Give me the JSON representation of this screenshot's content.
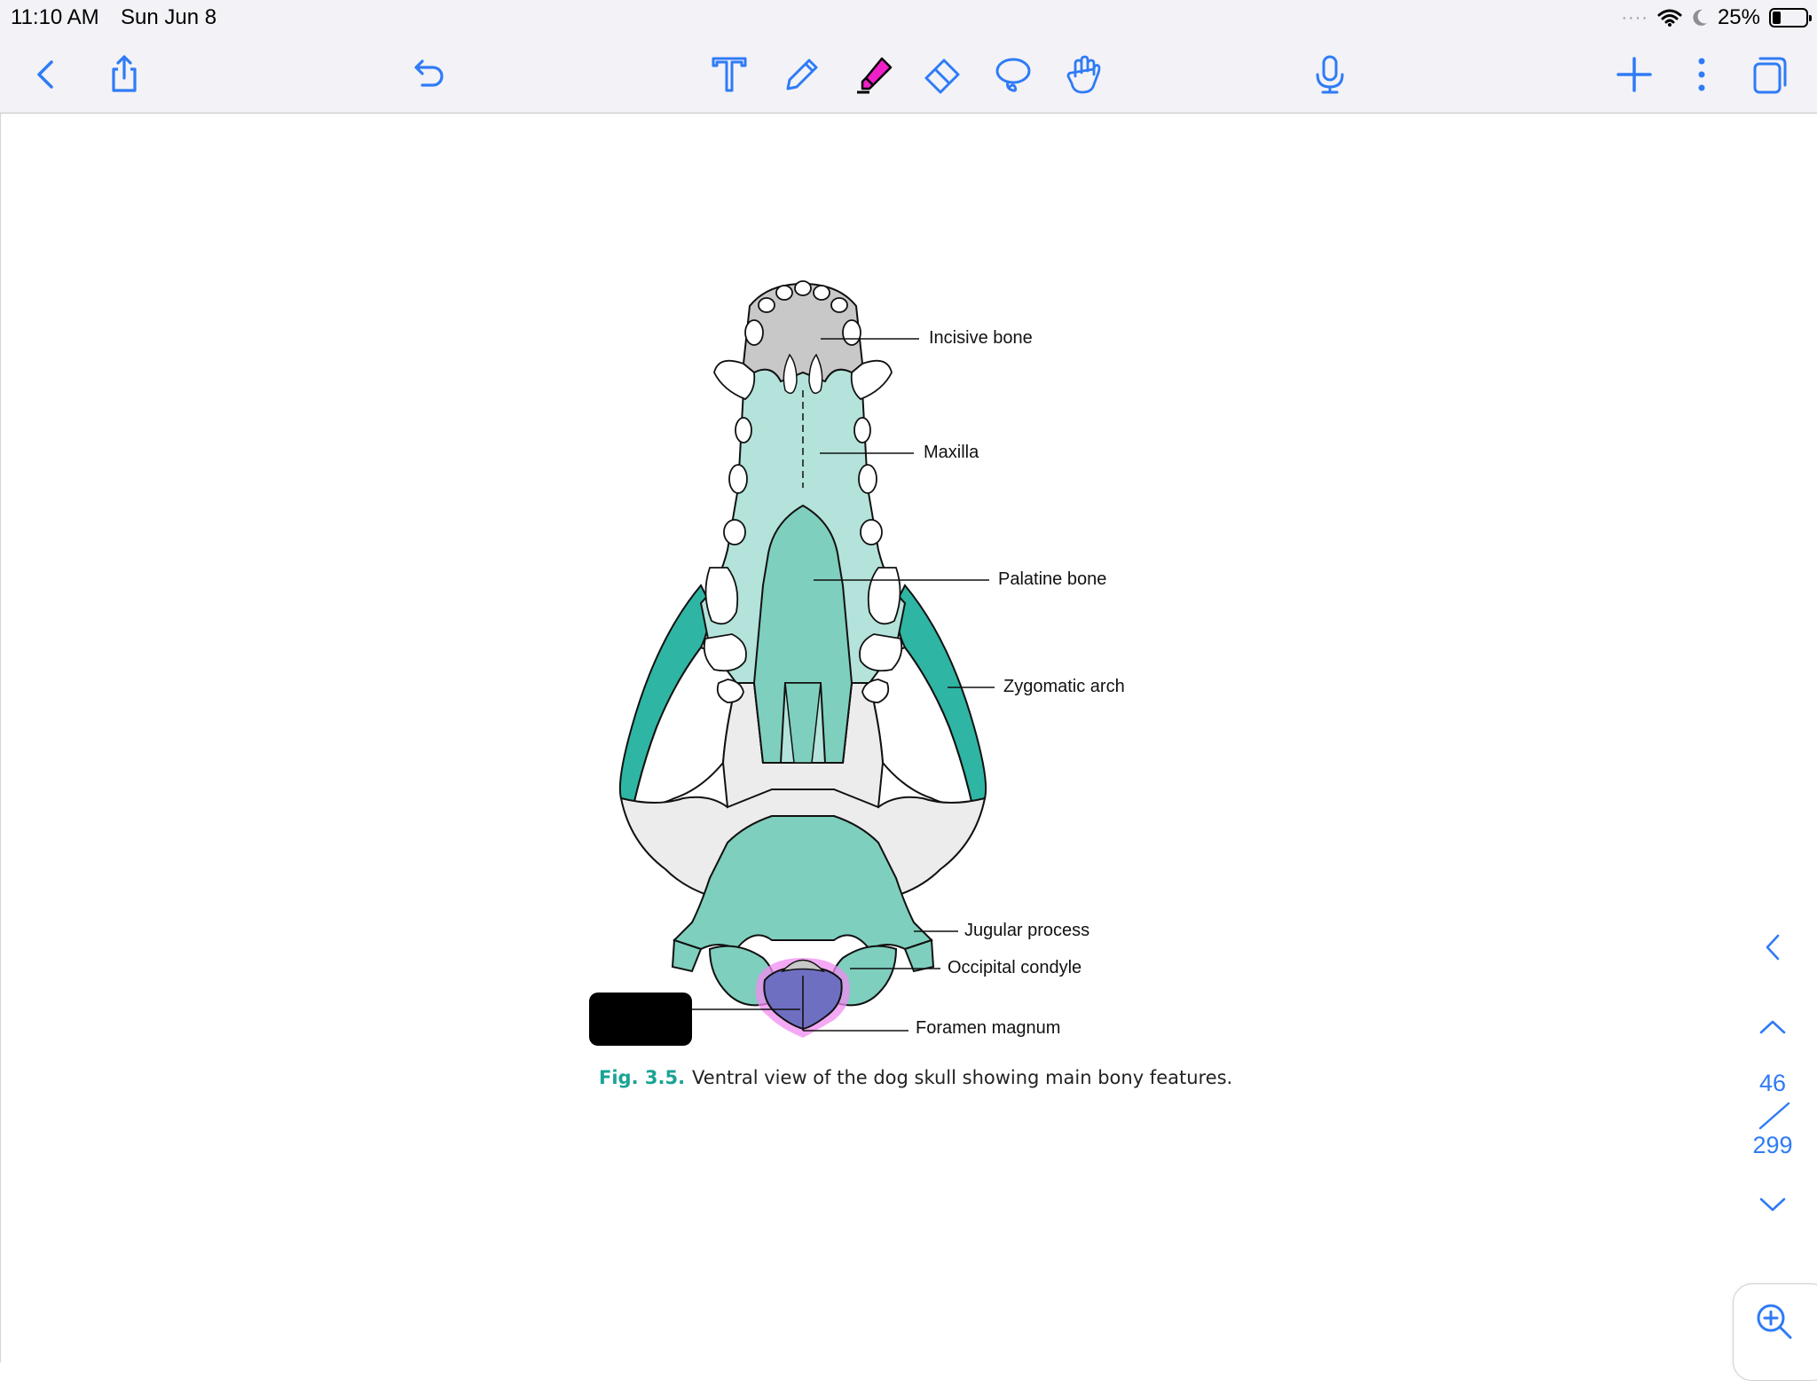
{
  "status_bar": {
    "time": "11:10 AM",
    "date": "Sun Jun 8",
    "battery": "25%",
    "battery_level": 0.25,
    "signal_dots": "····"
  },
  "toolbar": {
    "icons": [
      "back-icon",
      "share-icon",
      "undo-icon",
      "text-tool-icon",
      "pen-icon",
      "highlighter-icon",
      "eraser-icon",
      "lasso-icon",
      "hand-icon",
      "microphone-icon",
      "add-icon",
      "more-icon",
      "pages-icon"
    ],
    "accent": "#2f7bf6",
    "highlighter_color": "#f020c8"
  },
  "figure": {
    "labels": {
      "incisive": "Incisive bone",
      "maxilla": "Maxilla",
      "palatine": "Palatine bone",
      "zygomatic": "Zygomatic arch",
      "jugular": "Jugular process",
      "occipital": "Occipital condyle",
      "foramen": "Foramen magnum"
    },
    "caption_number": "Fig. 3.5.",
    "caption_text": "Ventral view of the dog skull showing main bony features.",
    "colors": {
      "teal_light": "#b3e3da",
      "teal_mid": "#7fcfbe",
      "teal_dark": "#2fb5a3",
      "grey": "#c8c8c8",
      "bone_white": "#ececec",
      "foramen": "#6f6fc2",
      "highlight": "#f08cf0"
    }
  },
  "side_nav": {
    "page_current": "46",
    "page_total": "299"
  }
}
